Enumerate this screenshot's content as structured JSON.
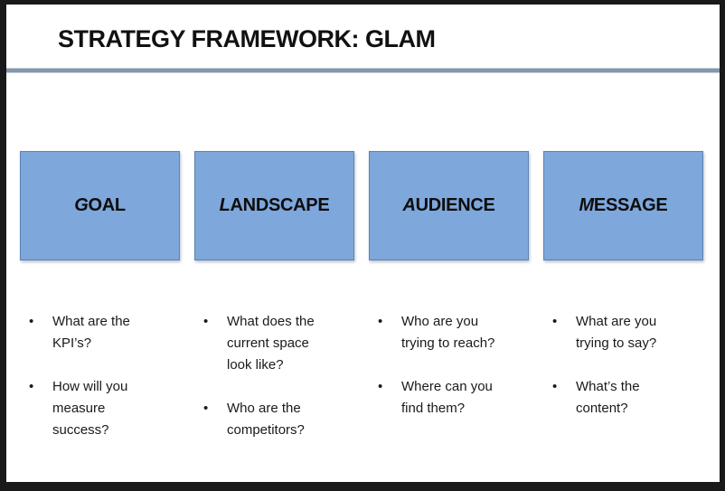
{
  "slide": {
    "title": "STRATEGY FRAMEWORK: GLAM"
  },
  "bullet_glyph": "•",
  "columns": [
    {
      "label": "GOAL",
      "label_first": "G",
      "label_rest": "OAL",
      "bullets": [
        "What are the\nKPI’s?",
        "How will you\nmeasure\nsuccess?"
      ]
    },
    {
      "label": "LANDSCAPE",
      "label_first": "L",
      "label_rest": "ANDSCAPE",
      "bullets": [
        "What does the\ncurrent space\nlook like?",
        "Who are the\ncompetitors?"
      ]
    },
    {
      "label": "AUDIENCE",
      "label_first": "A",
      "label_rest": "UDIENCE",
      "bullets": [
        "Who are you\ntrying to reach?",
        "Where can you\nfind them?"
      ]
    },
    {
      "label": "MESSAGE",
      "label_first": "M",
      "label_rest": "ESSAGE",
      "bullets": [
        "What are you\ntrying to say?",
        "What’s the\ncontent?"
      ]
    }
  ],
  "colors": {
    "box_fill": "#7ea7db",
    "box_border": "#5b84b5",
    "divider": "#8497ab",
    "frame": "#191919"
  }
}
